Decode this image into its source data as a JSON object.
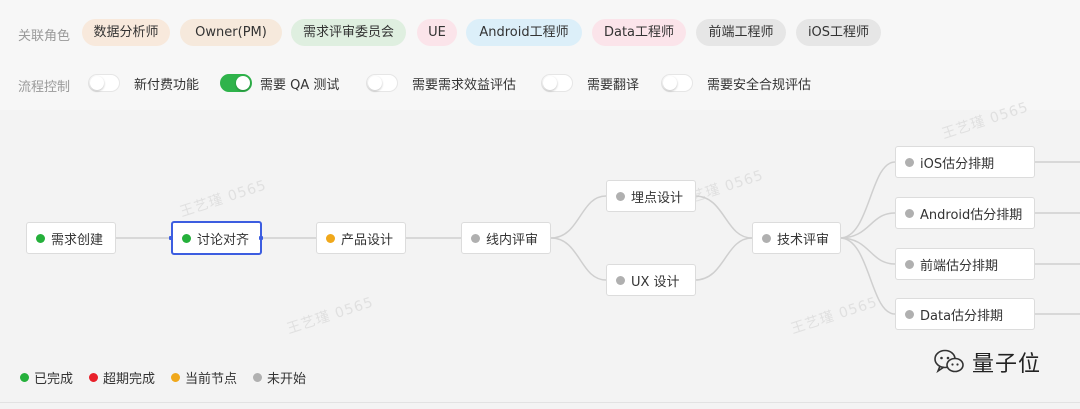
{
  "roles": {
    "label": "关联角色",
    "tags": [
      {
        "label": "数据分析师",
        "bg": "#f8e9dc"
      },
      {
        "label": "Owner(PM)",
        "bg": "#f6e9dc"
      },
      {
        "label": "需求评审委员会",
        "bg": "#dfefe0"
      },
      {
        "label": "UE",
        "bg": "#fbe4ea"
      },
      {
        "label": "Android工程师",
        "bg": "#dceff9"
      },
      {
        "label": "Data工程师",
        "bg": "#fbe4ea"
      },
      {
        "label": "前端工程师",
        "bg": "#e6e6e6"
      },
      {
        "label": "iOS工程师",
        "bg": "#e6e6e6"
      }
    ]
  },
  "process": {
    "label": "流程控制",
    "toggles": [
      {
        "label": "新付费功能",
        "on": false
      },
      {
        "label": "需要 QA 测试",
        "on": true
      },
      {
        "label": "需要需求效益评估",
        "on": false
      },
      {
        "label": "需要翻译",
        "on": false
      },
      {
        "label": "需要安全合规评估",
        "on": false
      }
    ]
  },
  "flow": {
    "nodes": [
      {
        "id": "n1",
        "label": "需求创建",
        "status": "green"
      },
      {
        "id": "n2",
        "label": "讨论对齐",
        "status": "green",
        "selected": true
      },
      {
        "id": "n3",
        "label": "产品设计",
        "status": "orange"
      },
      {
        "id": "n4",
        "label": "线内评审",
        "status": "gray"
      },
      {
        "id": "n5",
        "label": "埋点设计",
        "status": "gray"
      },
      {
        "id": "n6",
        "label": "UX 设计",
        "status": "gray"
      },
      {
        "id": "n7",
        "label": "技术评审",
        "status": "gray"
      },
      {
        "id": "n8",
        "label": "iOS估分排期",
        "status": "gray"
      },
      {
        "id": "n9",
        "label": "Android估分排期",
        "status": "gray"
      },
      {
        "id": "n10",
        "label": "前端估分排期",
        "status": "gray"
      },
      {
        "id": "n11",
        "label": "Data估分排期",
        "status": "gray"
      }
    ],
    "watermark": "王艺瑾 0565"
  },
  "legend": [
    {
      "label": "已完成",
      "status": "green"
    },
    {
      "label": "超期完成",
      "status": "red"
    },
    {
      "label": "当前节点",
      "status": "orange"
    },
    {
      "label": "未开始",
      "status": "gray"
    }
  ],
  "brand": {
    "name": "量子位",
    "icon": "wechat-icon"
  },
  "colors": {
    "green": "#25b03b",
    "red": "#e8202a",
    "orange": "#f0a81b",
    "gray": "#b0b0b0",
    "selected": "#3c5de0"
  }
}
